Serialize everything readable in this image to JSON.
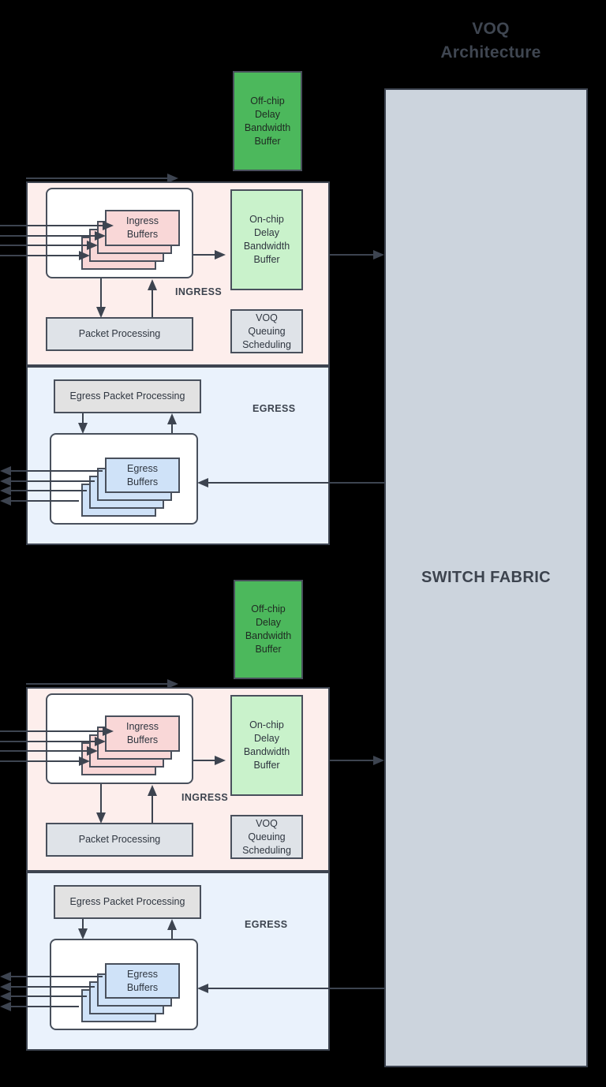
{
  "title": {
    "line1": "VOQ",
    "line2": "Architecture"
  },
  "fabric": {
    "label": "SWITCH FABRIC",
    "color": "#ccd4dd"
  },
  "colors": {
    "ingress_zone": "#fdeeec",
    "egress_zone": "#eaf2fc",
    "offchip_buffer": "#4cb85c",
    "onchip_buffer": "#c9f2cb",
    "ingress_buffer": "#f9d7d7",
    "egress_buffer": "#cfe2f8",
    "stroke": "#3d4450",
    "text": "#3c434e"
  },
  "linecards": [
    {
      "offchip_buffer": "Off-chip\nDelay\nBandwidth\nBuffer",
      "offchip_lines": [
        "Off-chip",
        "Delay",
        "Bandwidth",
        "Buffer"
      ],
      "ingress": {
        "label": "INGRESS",
        "buffers_label": [
          "Ingress",
          "Buffers"
        ],
        "buffer_count": 4,
        "input_ports": 4,
        "onchip_buffer_lines": [
          "On-chip",
          "Delay",
          "Bandwidth",
          "Buffer"
        ],
        "voq_lines": [
          "VOQ",
          "Queuing",
          "Scheduling"
        ],
        "packet_processing": "Packet Processing"
      },
      "egress": {
        "label": "EGRESS",
        "buffers_label": [
          "Egress",
          "Buffers"
        ],
        "buffer_count": 4,
        "output_ports": 4,
        "packet_processing": "Egress Packet Processing"
      }
    },
    {
      "offchip_buffer": "Off-chip\nDelay\nBandwidth\nBuffer",
      "offchip_lines": [
        "Off-chip",
        "Delay",
        "Bandwidth",
        "Buffer"
      ],
      "ingress": {
        "label": "INGRESS",
        "buffers_label": [
          "Ingress",
          "Buffers"
        ],
        "buffer_count": 4,
        "input_ports": 4,
        "onchip_buffer_lines": [
          "On-chip",
          "Delay",
          "Bandwidth",
          "Buffer"
        ],
        "voq_lines": [
          "VOQ",
          "Queuing",
          "Scheduling"
        ],
        "packet_processing": "Packet Processing"
      },
      "egress": {
        "label": "EGRESS",
        "buffers_label": [
          "Egress",
          "Buffers"
        ],
        "buffer_count": 4,
        "output_ports": 4,
        "packet_processing": "Egress Packet Processing"
      }
    }
  ]
}
